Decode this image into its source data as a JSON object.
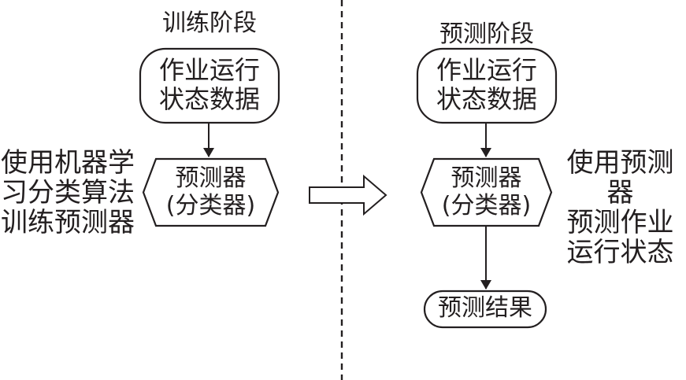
{
  "train": {
    "title": "训练阶段",
    "data_node": "作业运行\n状态数据",
    "model_node": "预测器\n(分类器)",
    "side_note": "使用机器学\n习分类算法\n训练预测器"
  },
  "predict": {
    "title": "预测阶段",
    "data_node": "作业运行\n状态数据",
    "model_node": "预测器\n(分类器)",
    "side_note": "使用预测器\n预测作业\n运行状态",
    "result_node": "预测结果"
  },
  "colors": {
    "stroke": "#231f20",
    "background": "#ffffff"
  }
}
